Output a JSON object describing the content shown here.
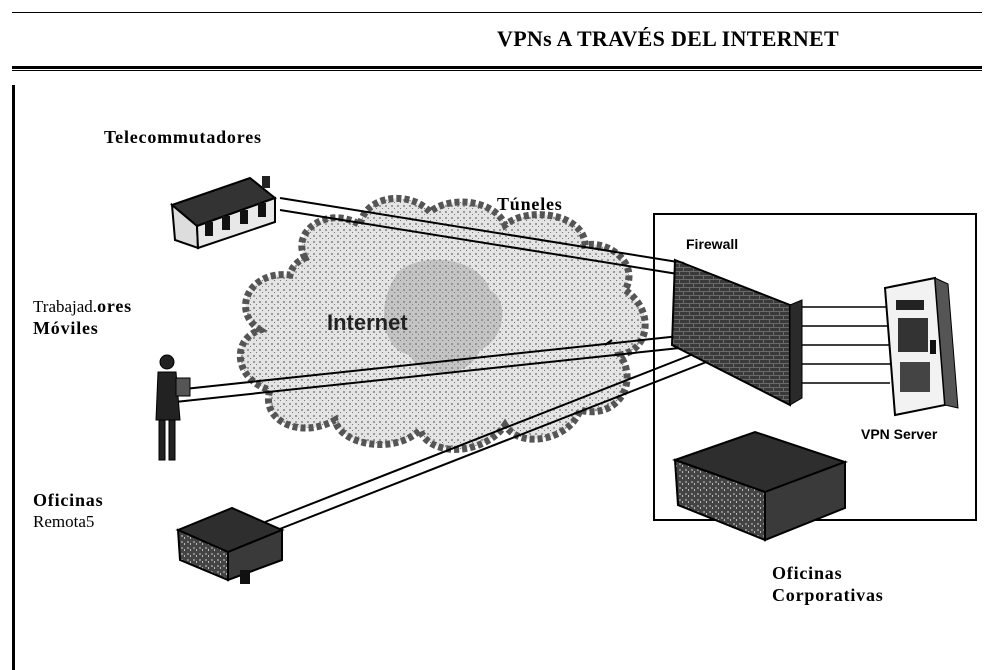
{
  "header": {
    "title": "VPNs A TRAVÉS DEL INTERNET"
  },
  "labels": {
    "telecommuters": "Telecommutadores",
    "tunnels": "Túneles",
    "firewall": "Firewall",
    "mobile_workers_line1": "Trabajad.",
    "mobile_workers_line1b": "ores",
    "mobile_workers_line2": "Móviles",
    "internet": "Internet",
    "vpn_server": "VPN Server",
    "remote_offices_line1": "Oficinas",
    "remote_offices_line2": "Remota5",
    "corporate_offices_line1": "Oficinas",
    "corporate_offices_line2": "Corporativas"
  }
}
